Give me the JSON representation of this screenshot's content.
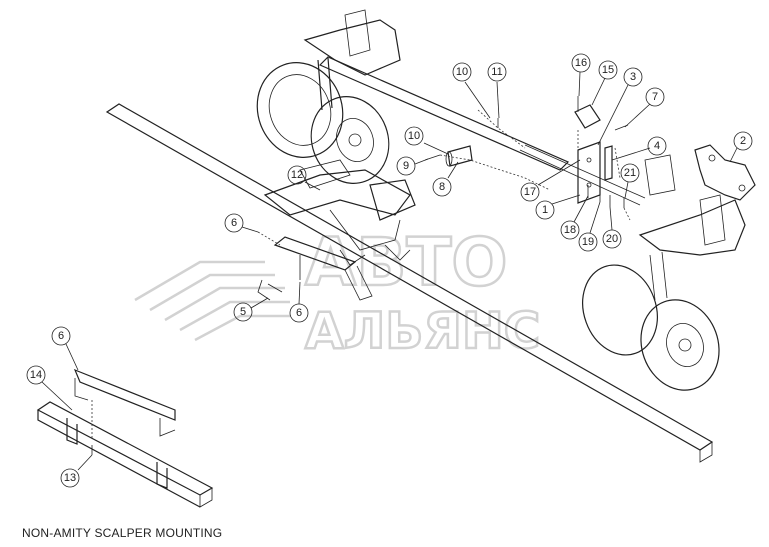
{
  "caption": "NON-AMITY SCALPER MOUNTING",
  "watermark": {
    "line1": "АВТО",
    "line2": "АЛЬЯНС"
  },
  "callouts": [
    "10",
    "11",
    "16",
    "15",
    "3",
    "7",
    "2",
    "4",
    "10",
    "9",
    "8",
    "12",
    "17",
    "1",
    "21",
    "18",
    "19",
    "20",
    "6",
    "5",
    "6",
    "6",
    "14",
    "13"
  ],
  "colors": {
    "line": "#222222",
    "watermark": "#d2d2d2",
    "background": "#ffffff"
  }
}
